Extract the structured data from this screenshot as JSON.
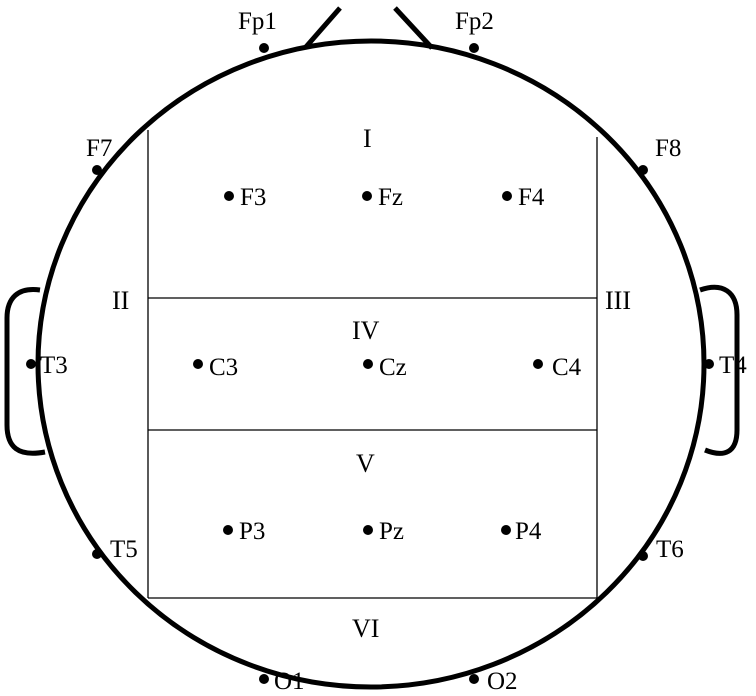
{
  "electrodes": [
    {
      "id": "fp1",
      "label": "Fp1"
    },
    {
      "id": "fp2",
      "label": "Fp2"
    },
    {
      "id": "f7",
      "label": "F7"
    },
    {
      "id": "f8",
      "label": "F8"
    },
    {
      "id": "f3",
      "label": "F3"
    },
    {
      "id": "fz",
      "label": "Fz"
    },
    {
      "id": "f4",
      "label": "F4"
    },
    {
      "id": "t3",
      "label": "T3"
    },
    {
      "id": "c3",
      "label": "C3"
    },
    {
      "id": "cz",
      "label": "Cz"
    },
    {
      "id": "c4",
      "label": "C4"
    },
    {
      "id": "t4",
      "label": "T4"
    },
    {
      "id": "t5",
      "label": "T5"
    },
    {
      "id": "p3",
      "label": "P3"
    },
    {
      "id": "pz",
      "label": "Pz"
    },
    {
      "id": "p4",
      "label": "P4"
    },
    {
      "id": "t6",
      "label": "T6"
    },
    {
      "id": "o1",
      "label": "O1"
    },
    {
      "id": "o2",
      "label": "O2"
    }
  ],
  "regions": [
    {
      "id": "1",
      "label": "I"
    },
    {
      "id": "2",
      "label": "II"
    },
    {
      "id": "3",
      "label": "III"
    },
    {
      "id": "4",
      "label": "IV"
    },
    {
      "id": "5",
      "label": "V"
    },
    {
      "id": "6",
      "label": "VI"
    }
  ]
}
